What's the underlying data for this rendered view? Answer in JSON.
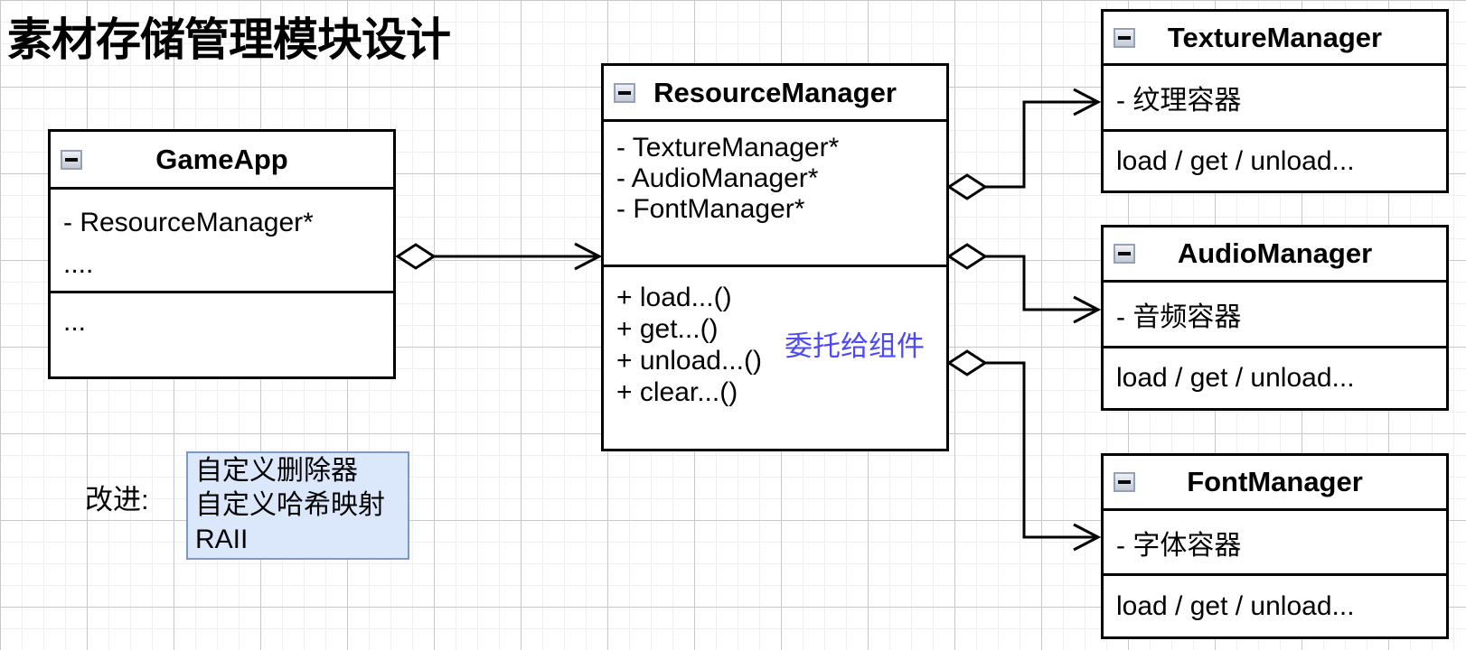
{
  "title": "素材存储管理模块设计",
  "classes": [
    {
      "name": "GameApp",
      "attributes": [
        "- ResourceManager*",
        "...."
      ],
      "methods": [
        "..."
      ]
    },
    {
      "name": "ResourceManager",
      "attributes": [
        "- TextureManager*",
        "- AudioManager*",
        "- FontManager*"
      ],
      "methods": [
        "+ load...()",
        "+ get...()",
        "+ unload...()",
        "+ clear...()"
      ]
    },
    {
      "name": "TextureManager",
      "attributes": [
        "- 纹理容器"
      ],
      "methods": [
        "load / get / unload..."
      ]
    },
    {
      "name": "AudioManager",
      "attributes": [
        "- 音频容器"
      ],
      "methods": [
        "load / get / unload..."
      ]
    },
    {
      "name": "FontManager",
      "attributes": [
        "- 字体容器"
      ],
      "methods": [
        "load / get / unload..."
      ]
    }
  ],
  "annotations": {
    "delegate_label": "委托给组件",
    "delegate_color": "#4d4af5",
    "note_label": "改进:",
    "note_lines": [
      "自定义删除器",
      "自定义哈希映射",
      "RAII"
    ],
    "note_fill": "#dbe8fb",
    "note_border": "#7e97c3"
  },
  "edges": [
    {
      "from": "GameApp",
      "to": "ResourceManager",
      "type": "aggregation-arrow"
    },
    {
      "from": "ResourceManager",
      "to": "TextureManager",
      "type": "aggregation-arrow"
    },
    {
      "from": "ResourceManager",
      "to": "AudioManager",
      "type": "aggregation-arrow"
    },
    {
      "from": "ResourceManager",
      "to": "FontManager",
      "type": "aggregation-arrow"
    }
  ],
  "icons": {
    "collapse": "minus-in-square"
  }
}
